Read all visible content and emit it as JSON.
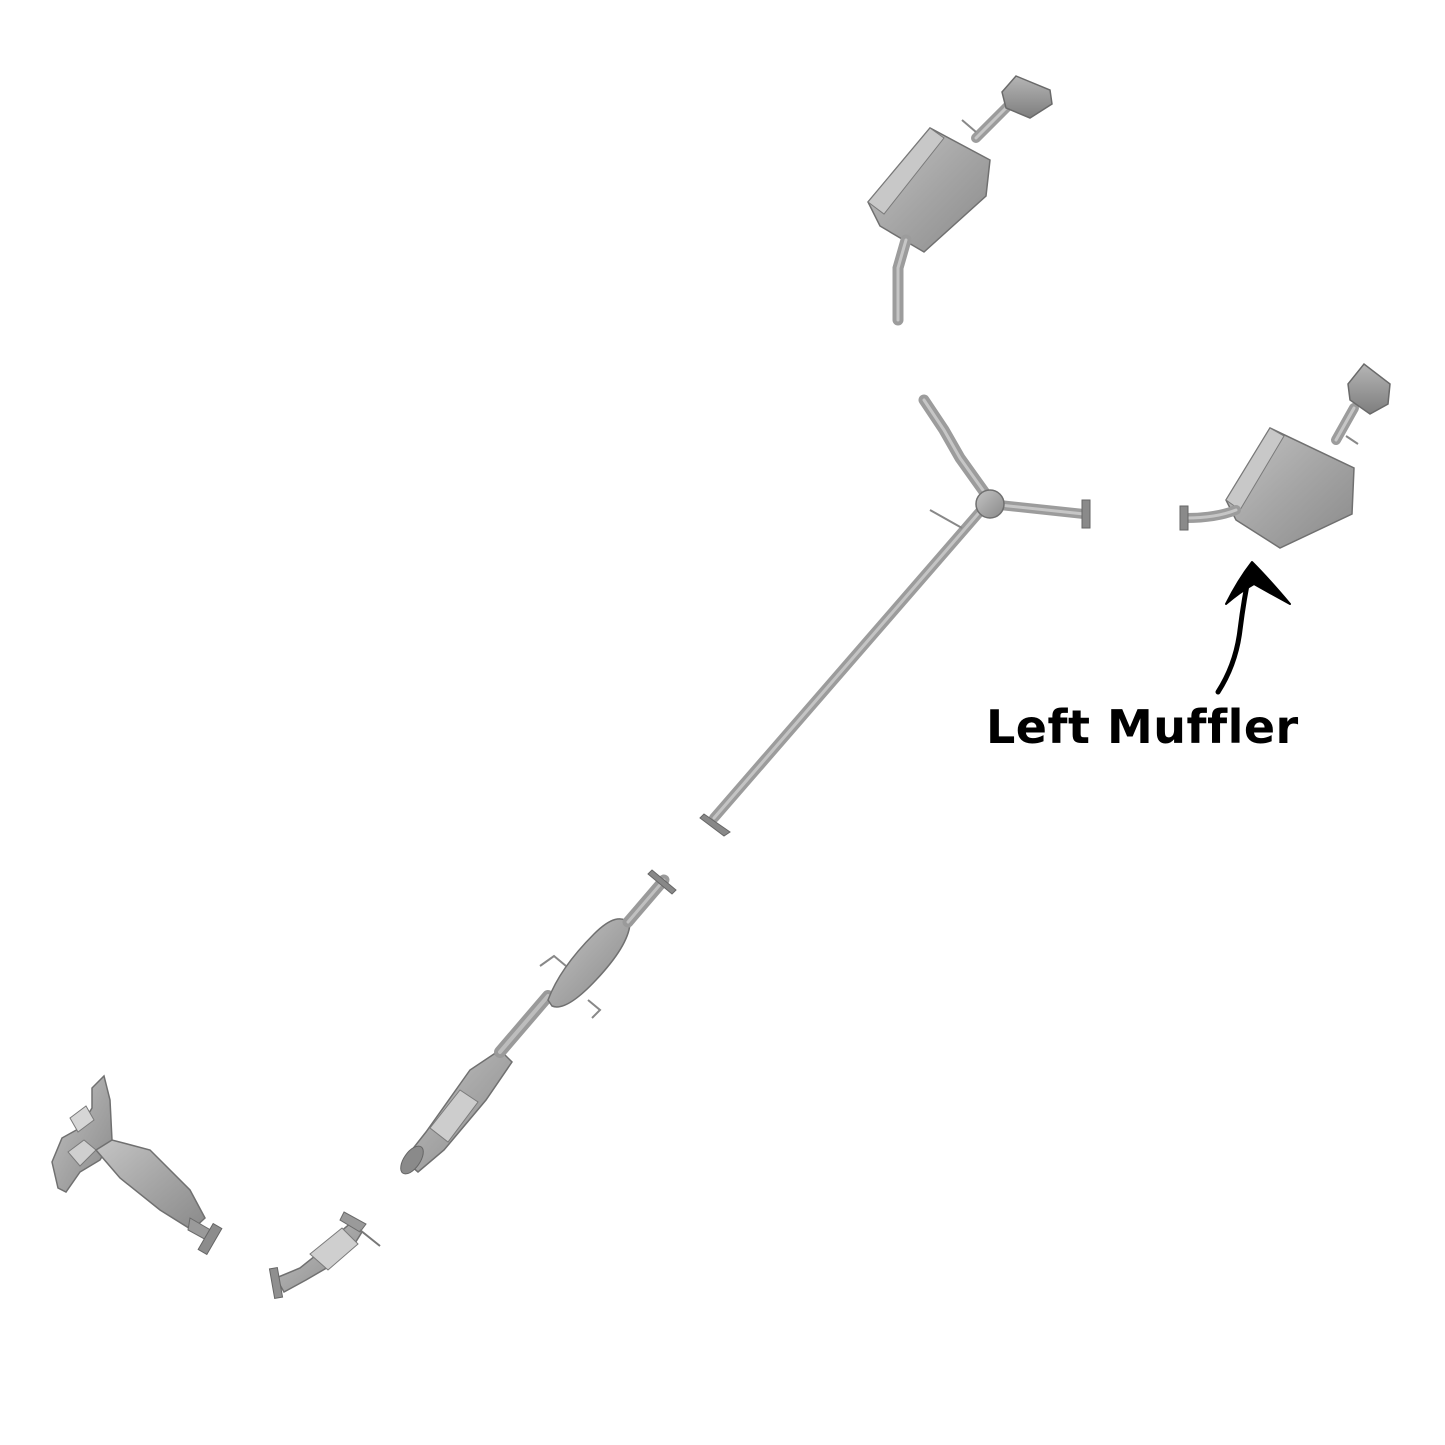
{
  "callout": {
    "label": "Left Muffler"
  },
  "parts": [
    {
      "name": "exhaust-manifold-catalytic-converter"
    },
    {
      "name": "front-flex-pipe-catalytic-converter"
    },
    {
      "name": "resonator-catalytic-converter-pipe"
    },
    {
      "name": "y-pipe"
    },
    {
      "name": "right-muffler"
    },
    {
      "name": "left-muffler"
    }
  ],
  "colors": {
    "background": "#ffffff",
    "part_fill": "#a9a9a9",
    "part_stroke": "#6f6f6f",
    "arrow": "#000000",
    "label": "#000000"
  }
}
